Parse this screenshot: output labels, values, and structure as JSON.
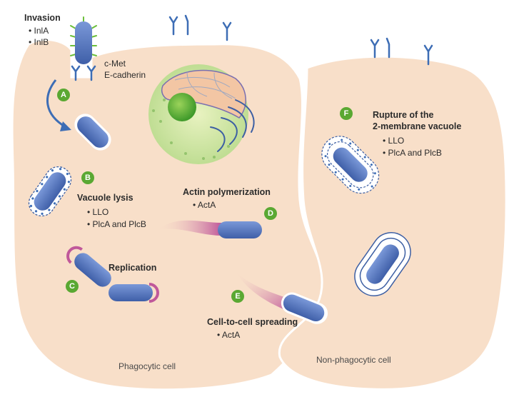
{
  "invasion": {
    "title": "Invasion",
    "items": [
      "InlA",
      "InlB"
    ]
  },
  "receptors": [
    "c-Met",
    "E-cadherin"
  ],
  "steps": {
    "a": {
      "letter": "A"
    },
    "b": {
      "letter": "B",
      "title": "Vacuole lysis",
      "items": [
        "LLO",
        "PlcA and PlcB"
      ]
    },
    "c": {
      "letter": "C",
      "title": "Replication"
    },
    "d": {
      "letter": "D",
      "title": "Actin polymerization",
      "items": [
        "ActA"
      ]
    },
    "e": {
      "letter": "E",
      "title": "Cell-to-cell spreading",
      "items": [
        "ActA"
      ]
    },
    "f": {
      "letter": "F",
      "title_line1": "Rupture of the",
      "title_line2": "2-membrane vacuole",
      "items": [
        "LLO",
        "PlcA and PlcB"
      ]
    }
  },
  "cells": {
    "left": "Phagocytic cell",
    "right": "Non-phagocytic cell"
  },
  "colors": {
    "cell_fill": "#f8dfc9",
    "bacterium": "#5578c2",
    "bacterium_dark": "#3f5fa8",
    "badge": "#5aa832",
    "actin_tail": "#c0589a",
    "receptor": "#3d6db5",
    "flagella": "#6bbf3a"
  }
}
